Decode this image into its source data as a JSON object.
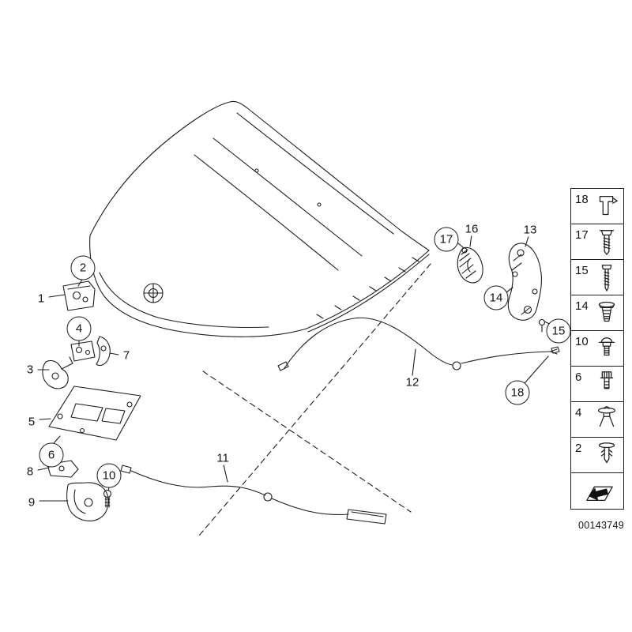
{
  "figure": {
    "id_label": "00143749",
    "line_color": "#1d1d1d",
    "background_color": "#ffffff"
  },
  "callouts": {
    "circled": [
      {
        "label": "2"
      },
      {
        "label": "4"
      },
      {
        "label": "6"
      },
      {
        "label": "10"
      },
      {
        "label": "14"
      },
      {
        "label": "15"
      },
      {
        "label": "17"
      },
      {
        "label": "18"
      }
    ],
    "plain": [
      {
        "label": "1"
      },
      {
        "label": "3"
      },
      {
        "label": "5"
      },
      {
        "label": "7"
      },
      {
        "label": "8"
      },
      {
        "label": "9"
      },
      {
        "label": "11"
      },
      {
        "label": "12"
      },
      {
        "label": "13"
      },
      {
        "label": "16"
      }
    ]
  },
  "legend": {
    "rows": [
      {
        "label": "18",
        "icon": "cable-clip-icon"
      },
      {
        "label": "17",
        "icon": "screw-icon"
      },
      {
        "label": "15",
        "icon": "long-screw-icon"
      },
      {
        "label": "14",
        "icon": "grommet-icon"
      },
      {
        "label": "10",
        "icon": "flange-bolt-icon"
      },
      {
        "label": "6",
        "icon": "shoulder-bolt-icon"
      },
      {
        "label": "4",
        "icon": "expansion-rivet-icon"
      },
      {
        "label": "2",
        "icon": "plastic-rivet-icon"
      }
    ],
    "direction_cell": {
      "icon": "direction-arrow-icon"
    }
  }
}
